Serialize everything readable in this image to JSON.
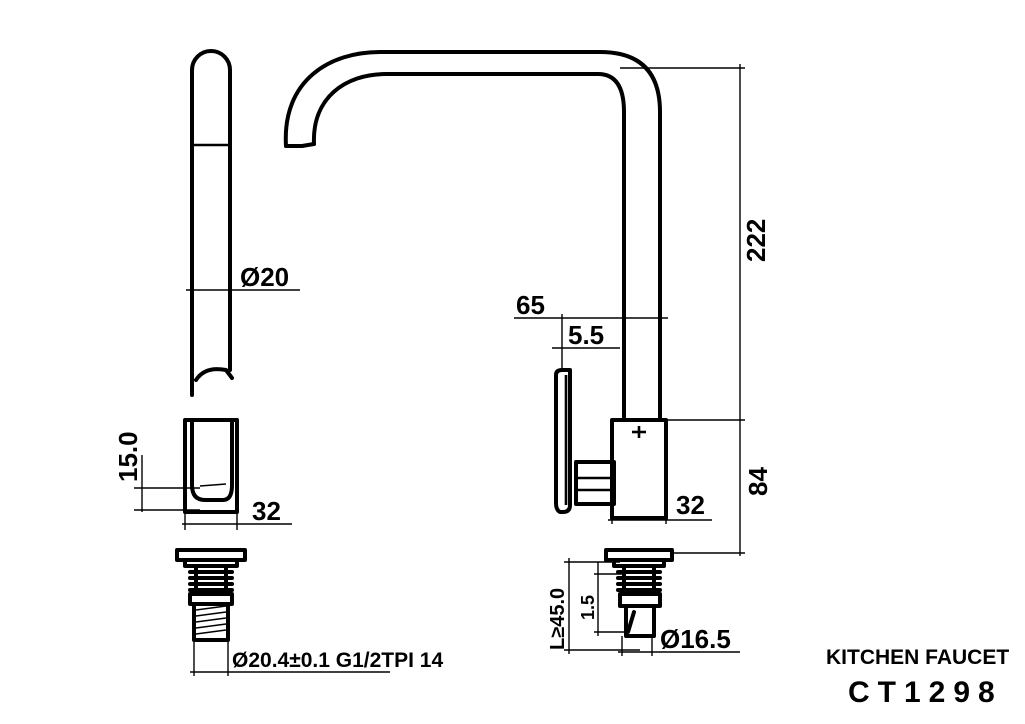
{
  "title": {
    "name": "KITCHEN FAUCET",
    "model": "CT1298"
  },
  "dimensions": {
    "left_view": {
      "spout_diameter": "Ø20",
      "handle_height": "15.0",
      "body_width": "32",
      "thread_spec": "Ø20.4±0.1 G1/2TPI 14"
    },
    "right_view": {
      "height_upper": "222",
      "height_lower": "84",
      "handle_reach": "65",
      "handle_offset": "5.5",
      "body_width": "32",
      "shank_length": "L≥45.0",
      "shank_step": "1.5",
      "shank_diameter": "Ø16.5"
    }
  },
  "line_color": "#000000",
  "background": "#ffffff"
}
